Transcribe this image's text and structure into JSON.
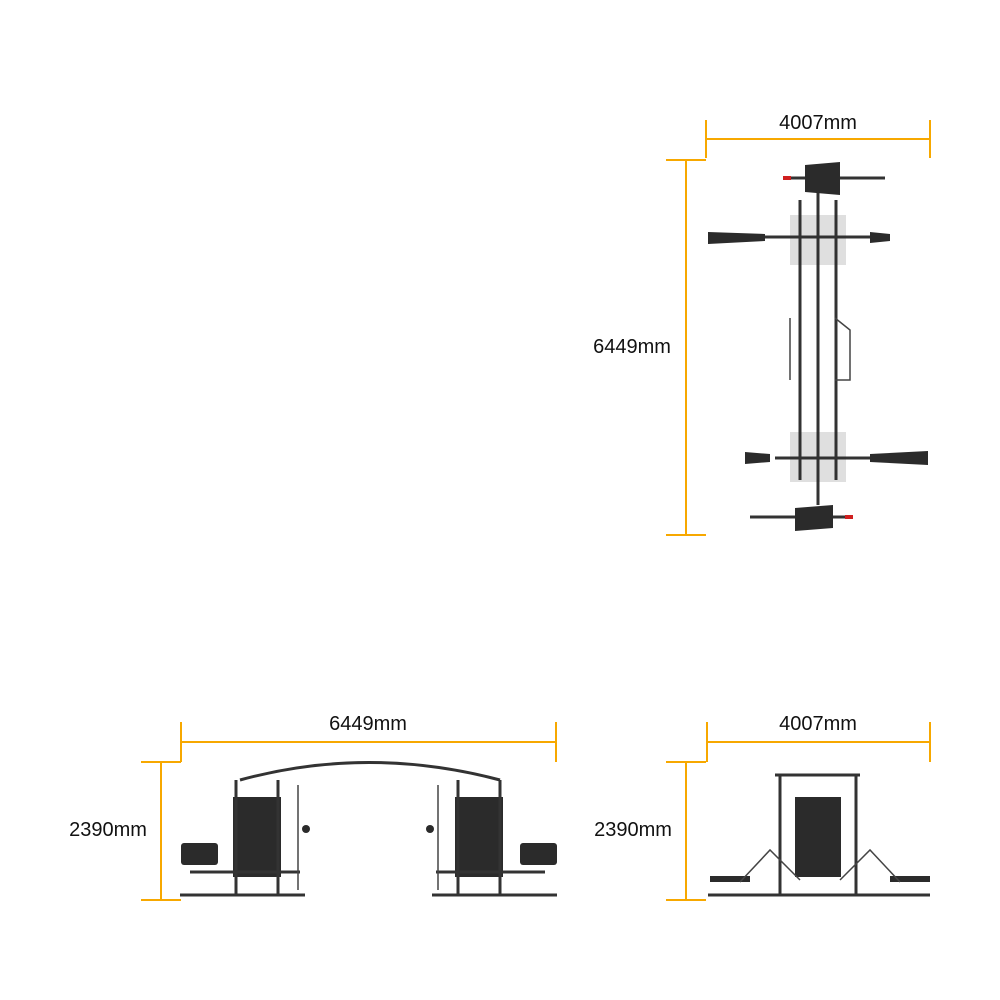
{
  "colors": {
    "dimension": "#f7a800",
    "machine": "#2b2b2b",
    "accent": "#d02020"
  },
  "top_view": {
    "width_label": "4007mm",
    "length_label": "6449mm"
  },
  "side_view": {
    "length_label": "6449mm",
    "height_label": "2390mm"
  },
  "front_view": {
    "width_label": "4007mm",
    "height_label": "2390mm"
  }
}
